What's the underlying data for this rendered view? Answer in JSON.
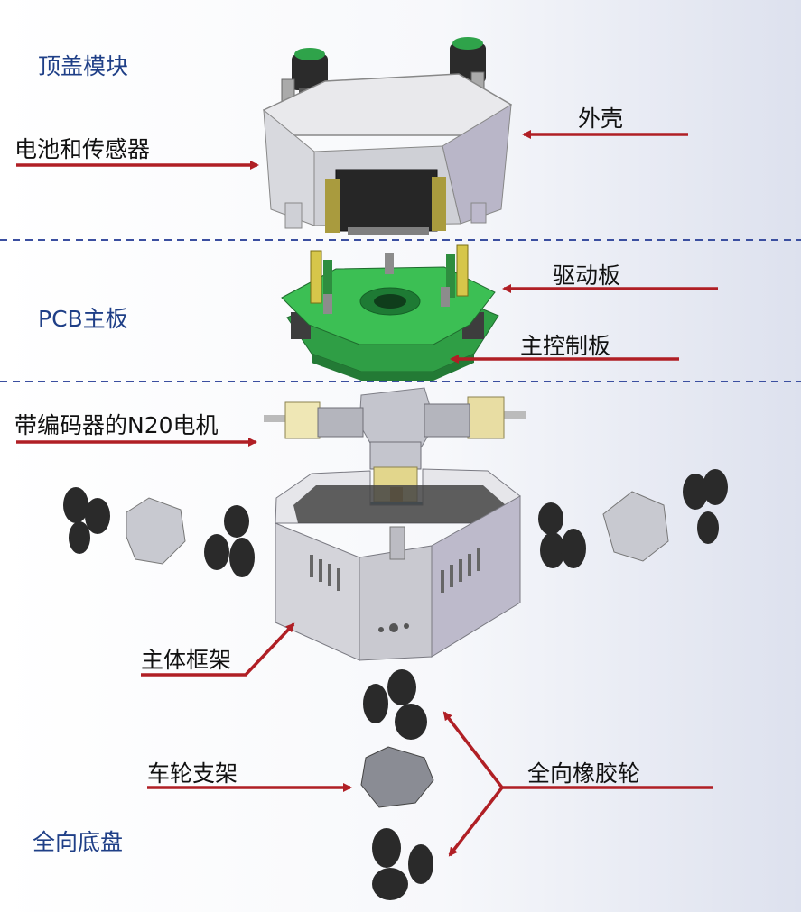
{
  "colors": {
    "section_text": "#1f3f87",
    "arrow": "#b01f25",
    "divider": "#3b4fa0",
    "pcb_green": "#36b34a",
    "metal": "#c9cad2"
  },
  "sections": {
    "top_cover": "顶盖模块",
    "pcb": "PCB主板",
    "chassis": "全向底盘"
  },
  "parts": {
    "battery_sensor": "电池和传感器",
    "shell": "外壳",
    "driver_board": "驱动板",
    "main_board": "主控制板",
    "motor": "带编码器的N20电机",
    "frame": "主体框架",
    "wheel_bracket": "车轮支架",
    "omni_wheel": "全向橡胶轮"
  }
}
